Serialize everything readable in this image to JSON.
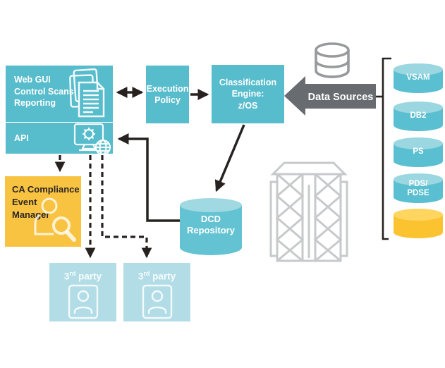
{
  "colors": {
    "teal": "#57bccc",
    "teal_light": "#b2dde6",
    "cylinder_body": "#5abfd0",
    "cylinder_top": "#9bd7e1",
    "dcd_body": "#64c3d2",
    "dcd_top": "#a0d9e2",
    "yellow": "#f9c342",
    "yellow_cylinder_body": "#fcc331",
    "yellow_cylinder_top": "#fdd55f",
    "arrow_gray": "#686c71",
    "line_black": "#272220",
    "mainframe_gray": "#c7c9cb",
    "db_icon_gray": "#97999b"
  },
  "boxes": {
    "web_gui": {
      "label": "Web GUI\nControl Scans\nReporting"
    },
    "api": {
      "label": "API"
    },
    "execution_policy": {
      "label": "Execution\nPolicy"
    },
    "classification_engine": {
      "label": "Classification\nEngine:\nz/OS"
    },
    "ca_event_manager": {
      "label": "CA Compliance\nEvent\nManager"
    }
  },
  "data_sources": {
    "label": "Data Sources"
  },
  "dcd_repository": {
    "label": "DCD\nRepository"
  },
  "third_party": {
    "num": "3",
    "ordinal": "rd",
    "suffix": " party"
  },
  "cylinders": [
    {
      "label": "VSAM"
    },
    {
      "label": "DB2"
    },
    {
      "label": "PS"
    },
    {
      "label": "PDS/\nPDSE"
    },
    {
      "label": ""
    }
  ]
}
